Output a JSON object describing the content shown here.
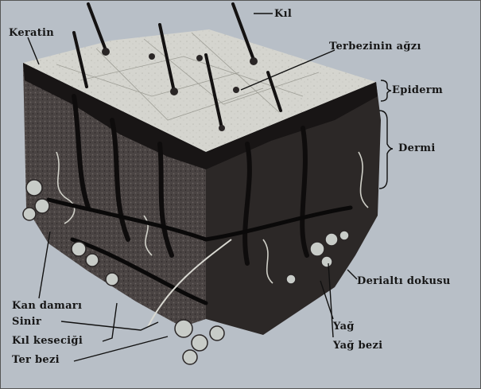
{
  "labels": {
    "kil": "Kıl",
    "keratin": "Keratin",
    "terbez_agzi": "Terbezinin ağzı",
    "epiderm": "Epiderm",
    "dermi": "Dermi",
    "derialti": "Derialtı dokusu",
    "kan_damari": "Kan damarı",
    "sinir": "Sinir",
    "kil_kesecigi": "Kıl keseciği",
    "ter_bezi": "Ter bezi",
    "yag": "Yağ",
    "yag_bezi": "Yağ bezi"
  },
  "colors": {
    "background": "#b8bfc7",
    "skin_top": "#d8d8d2",
    "dermis": "#3a3534",
    "tissue": "#141212",
    "fat": "#c8ccc8",
    "text": "#161616"
  }
}
